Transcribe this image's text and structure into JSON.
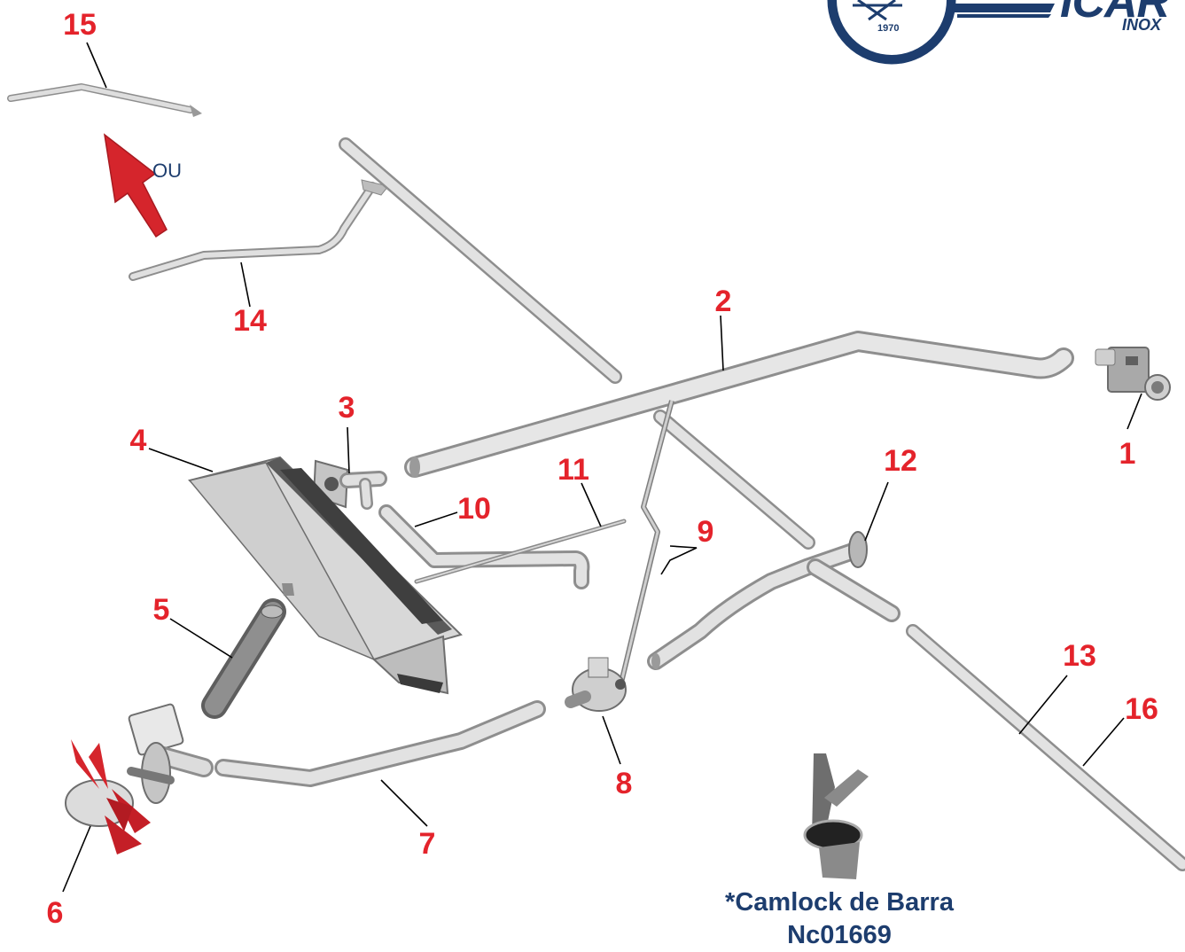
{
  "logo": {
    "brand": "ICAR",
    "sub": "INOX",
    "year": "1970"
  },
  "arrow_label": "OU",
  "callouts": {
    "n1": "1",
    "n2": "2",
    "n3": "3",
    "n4": "4",
    "n5": "5",
    "n6": "6",
    "n7": "7",
    "n8": "8",
    "n9": "9",
    "n10": "10",
    "n11": "11",
    "n12": "12",
    "n13": "13",
    "n14": "14",
    "n15": "15",
    "n16": "16"
  },
  "caption": {
    "line1": "*Camlock de Barra",
    "line2": "Nc01669"
  },
  "colors": {
    "callout": "#e4232b",
    "caption": "#1d3d6e",
    "pipe": "#c9c9c9",
    "pipe_edge": "#8e8e8e",
    "accent_red": "#d5252c"
  }
}
